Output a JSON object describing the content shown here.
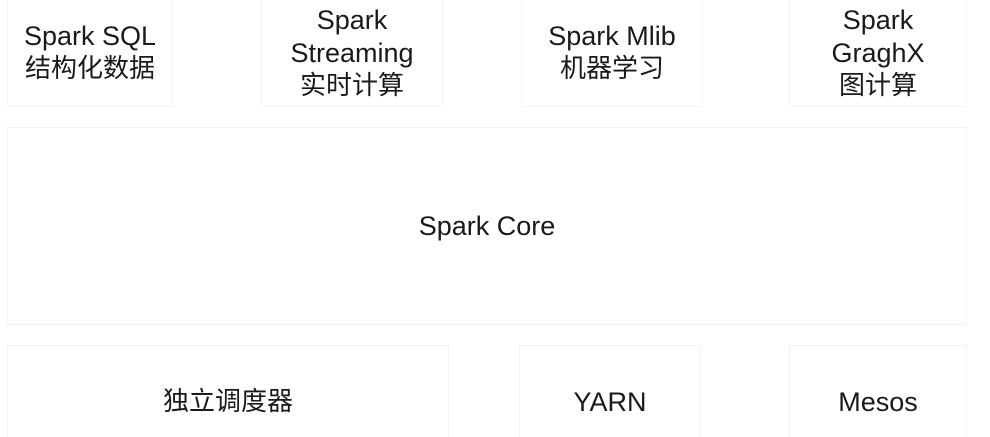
{
  "top_row": {
    "spark_sql": {
      "line1": "Spark SQL",
      "line2": "结构化数据"
    },
    "spark_streaming": {
      "line1": "Spark",
      "line2": "Streaming",
      "line3": "实时计算"
    },
    "spark_mlib": {
      "line1": "Spark Mlib",
      "line2": "机器学习"
    },
    "spark_graphx": {
      "line1": "Spark",
      "line2": "GraghX",
      "line3": "图计算"
    }
  },
  "core": {
    "label": "Spark Core"
  },
  "bottom_row": {
    "standalone": {
      "label": "独立调度器"
    },
    "yarn": {
      "label": "YARN"
    },
    "mesos": {
      "label": "Mesos"
    }
  }
}
